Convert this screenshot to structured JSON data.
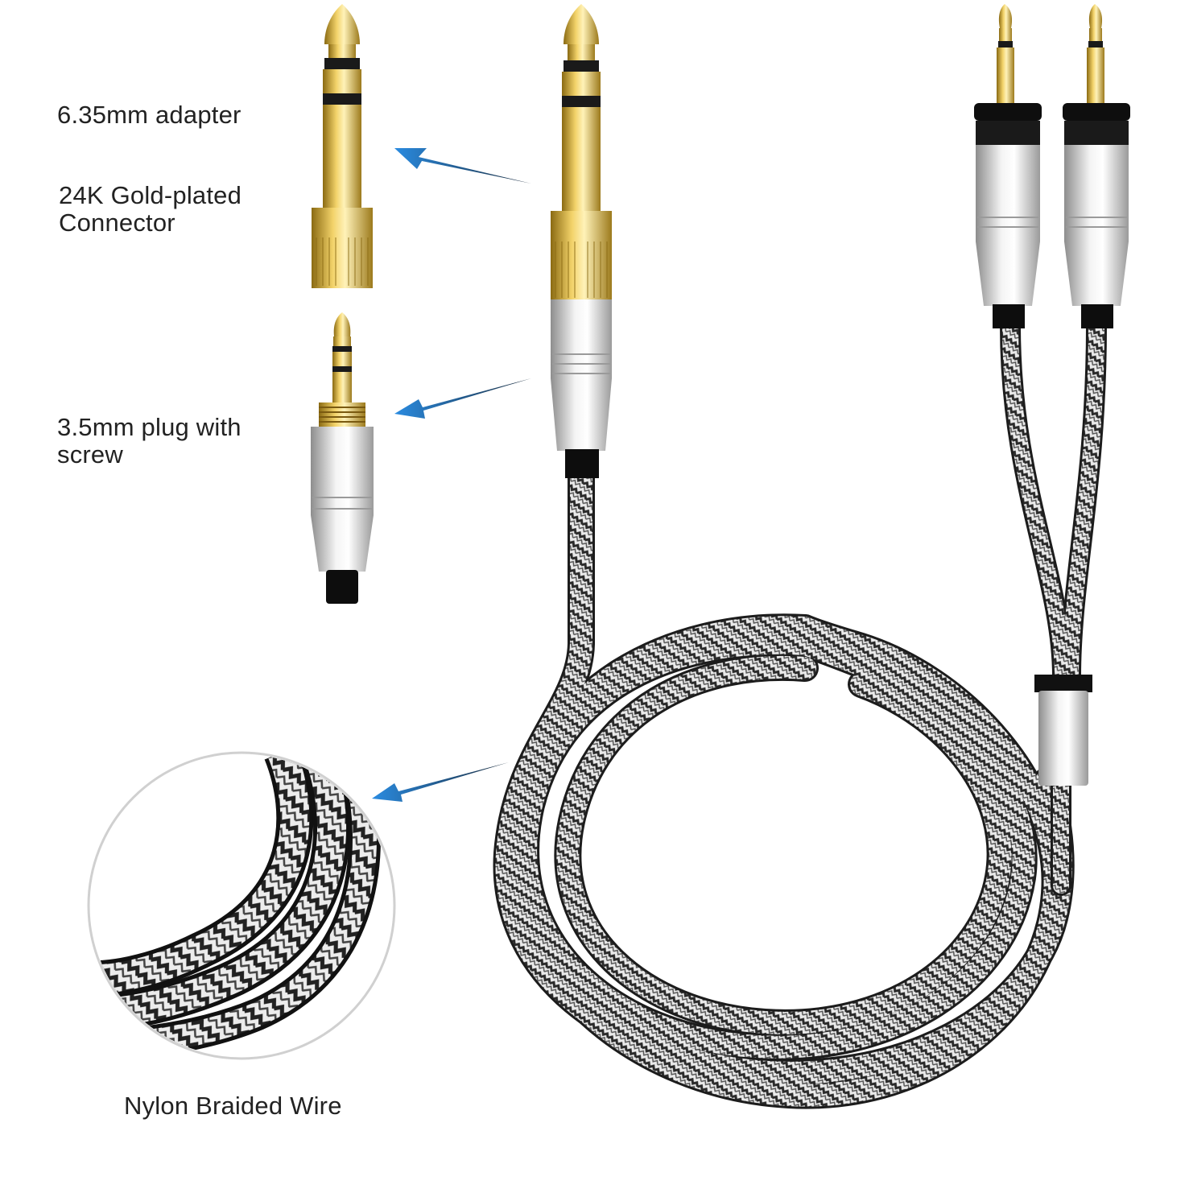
{
  "labels": {
    "adapter": "6.35mm adapter",
    "gold_plated": "24K Gold-plated\nConnector",
    "plug_with_screw": "3.5mm plug with\nscrew",
    "nylon_wire": "Nylon Braided Wire"
  },
  "colors": {
    "background": "#ffffff",
    "text": "#222222",
    "arrow_blue": "#1f78c8",
    "gold": "#d9b23a",
    "silver": "#c9c9c9",
    "braid_dark": "#2b2b2b",
    "braid_light": "#e8e8e8"
  },
  "icons": [
    "arrow-icon"
  ]
}
